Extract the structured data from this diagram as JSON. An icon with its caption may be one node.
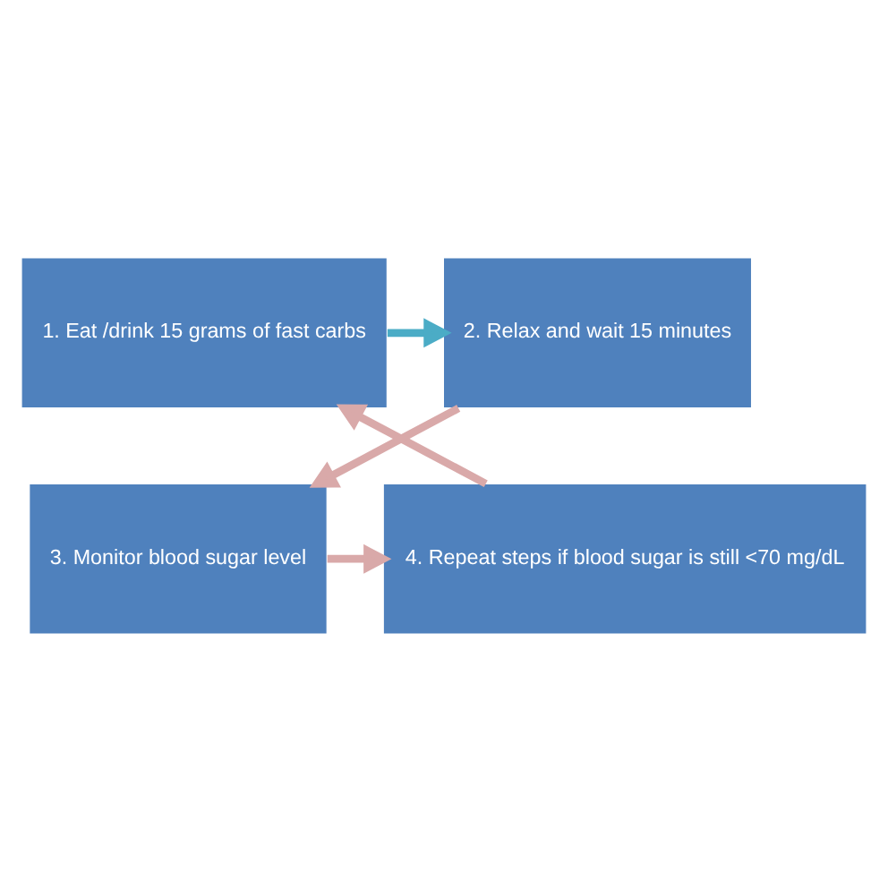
{
  "diagram": {
    "nodes": [
      {
        "text": [
          "1. Eat /drink 15 grams of fast carbs"
        ]
      },
      {
        "text": [
          "2. Relax and wait 15 minutes"
        ]
      },
      {
        "text": [
          "3. Monitor blood sugar level"
        ]
      },
      {
        "text": [
          "4. Repeat steps if blood sugar is still <70 mg/dL"
        ]
      }
    ],
    "edges": [
      {
        "from": 0,
        "to": 1,
        "arrow": "to",
        "color": "#4bacc6"
      },
      {
        "from": 1,
        "to": 2,
        "arrow": "to"
      },
      {
        "from": 2,
        "to": 3,
        "arrow": "to"
      },
      {
        "from": 3,
        "to": 0,
        "arrow": "to"
      }
    ]
  }
}
